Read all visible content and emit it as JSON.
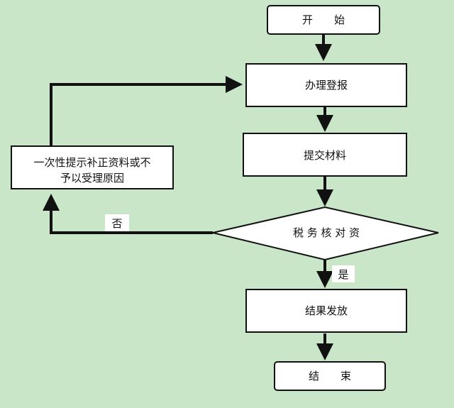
{
  "nodes": {
    "start": "开　　始",
    "handle": "办理登报",
    "submit": "提交材料",
    "check": "税 务 核 对 资",
    "correction_line1": "一次性提示补正资料或不",
    "correction_line2": "予以受理原因",
    "result": "结果发放",
    "end": "结　　束"
  },
  "edges": {
    "no_label": "否",
    "yes_label": "是"
  },
  "colors": {
    "background": "#c9e6c9",
    "box_fill": "#ffffff",
    "stroke": "#111111"
  }
}
